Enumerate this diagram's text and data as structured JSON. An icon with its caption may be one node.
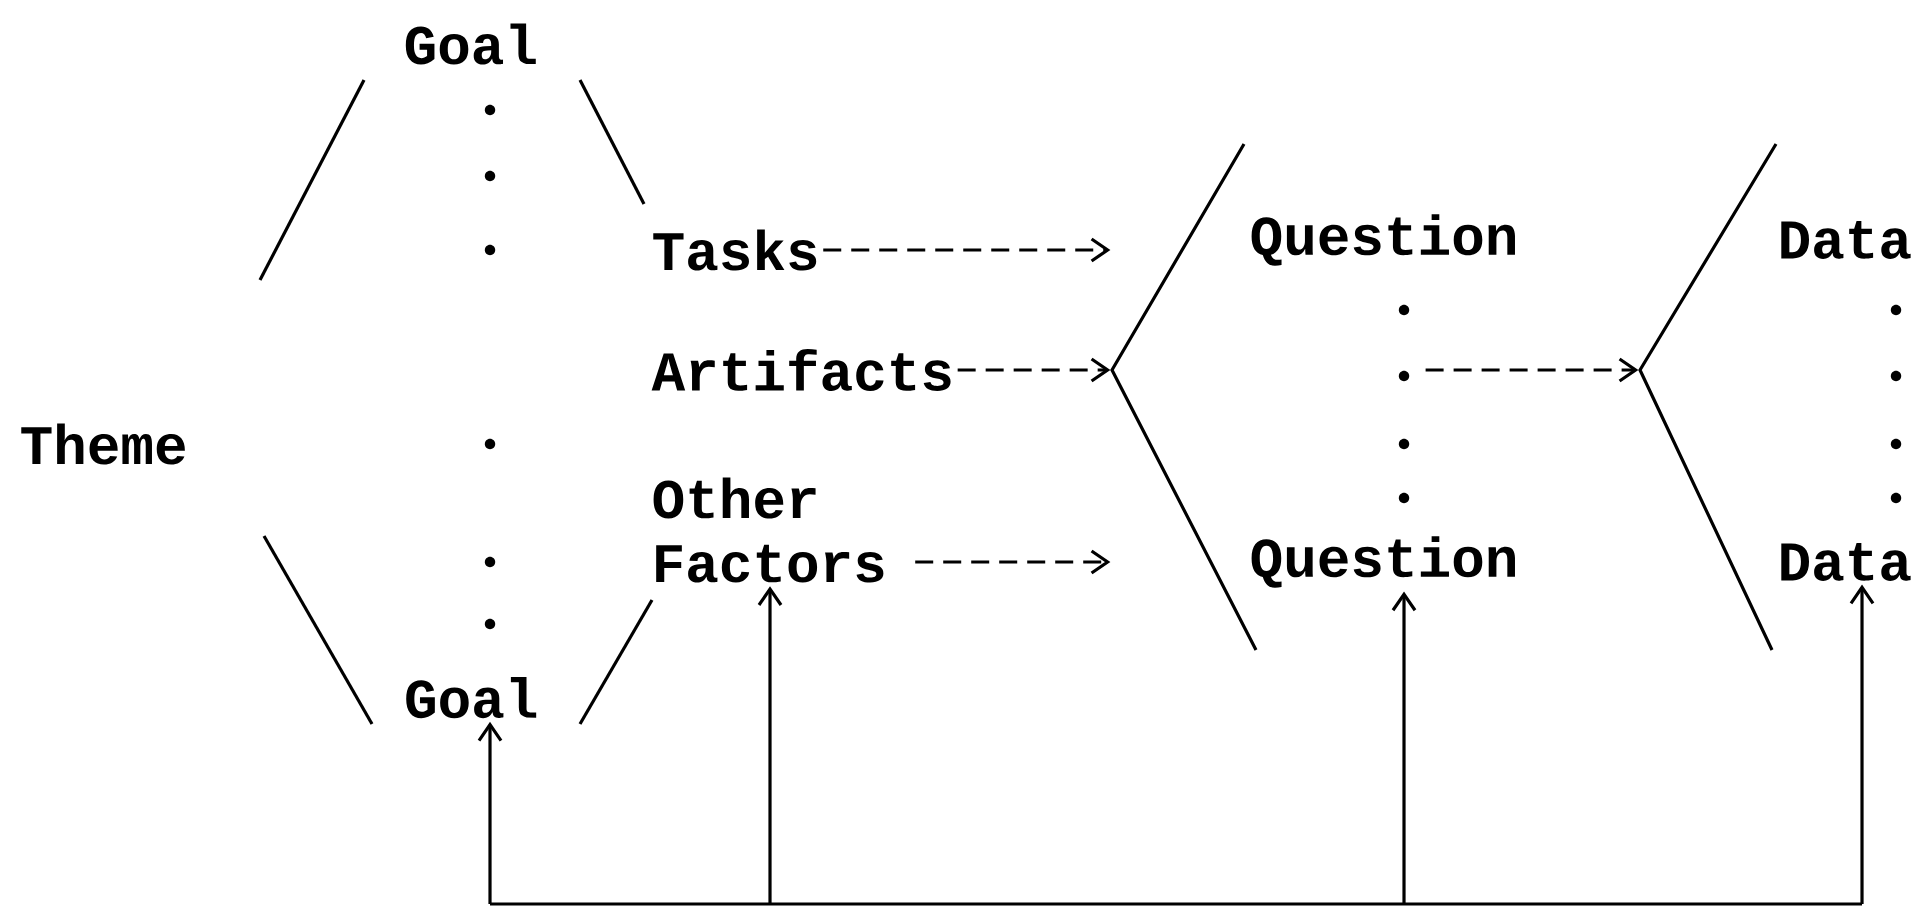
{
  "diagram": {
    "nodes": [
      {
        "text": [],
        "shape": "hexagon"
      },
      {
        "text": [
          "Goal"
        ]
      },
      {
        "text": [
          "Goal"
        ],
        "in": 0
      },
      {
        "text": [
          "Theme"
        ]
      },
      {
        "text": [
          "Tasks"
        ]
      },
      {
        "text": [
          "Artifacts"
        ]
      },
      {
        "text": [
          "Other Factors"
        ]
      },
      {
        "text": [],
        "shape": "chevron"
      },
      {
        "text": [
          "Question"
        ]
      },
      {
        "text": [
          "Question"
        ]
      },
      {
        "text": [],
        "shape": "chevron"
      },
      {
        "text": [
          "Data"
        ]
      },
      {
        "text": [
          "Data"
        ]
      }
    ],
    "edges": [
      {
        "from": 4,
        "to": 7,
        "arrow": "to",
        "style": "dashed"
      },
      {
        "from": 5,
        "to": 7,
        "arrow": "to",
        "style": "dashed"
      },
      {
        "from": 6,
        "to": 7,
        "arrow": "to",
        "style": "dashed"
      },
      {
        "from": 7,
        "to": 10,
        "arrow": "to",
        "style": "dashed"
      },
      {
        "from": null,
        "to": 2,
        "arrow": "to"
      },
      {
        "from": null,
        "to": 6,
        "arrow": "to"
      },
      {
        "from": null,
        "to": 9,
        "arrow": "to"
      },
      {
        "from": null,
        "to": 12,
        "arrow": "to"
      }
    ]
  }
}
